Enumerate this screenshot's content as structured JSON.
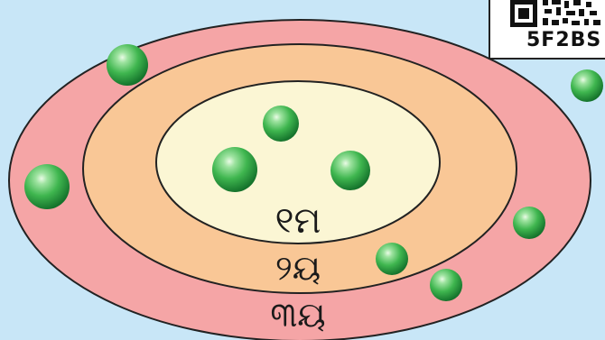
{
  "diagram": {
    "rings": [
      {
        "label": "୧ମ",
        "fill": "#fbf6d4"
      },
      {
        "label": "୨ୟ",
        "fill": "#f9c796"
      },
      {
        "label": "୩ୟ",
        "fill": "#f5a5a6"
      }
    ],
    "particle_color": "#3fb64f",
    "background_color": "#c8e6f7"
  },
  "qr_card": {
    "code_text": "5F2BS"
  }
}
